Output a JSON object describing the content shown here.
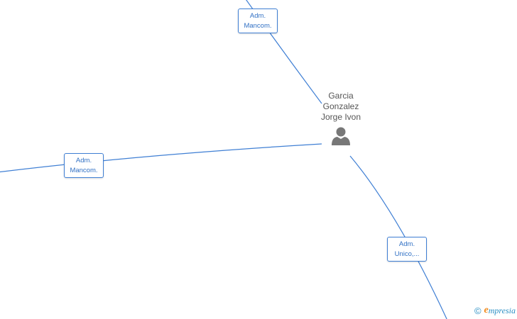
{
  "person": {
    "name_line1": "Garcia",
    "name_line2": "Gonzalez",
    "name_line3": "Jorge Ivon",
    "icon": "person-icon"
  },
  "roles": {
    "top": {
      "line1": "Adm.",
      "line2": "Mancom."
    },
    "left": {
      "line1": "Adm.",
      "line2": "Mancom."
    },
    "bottom": {
      "line1": "Adm.",
      "line2": "Unico,..."
    }
  },
  "watermark": {
    "symbol": "©",
    "brand_initial": "e",
    "brand_rest": "mpresia"
  },
  "colors": {
    "edge": "#3f7fd4",
    "badge_text": "#3070c4",
    "person_icon": "#777777",
    "brand_accent": "#f28a1c",
    "brand_text": "#2a8fc4"
  }
}
